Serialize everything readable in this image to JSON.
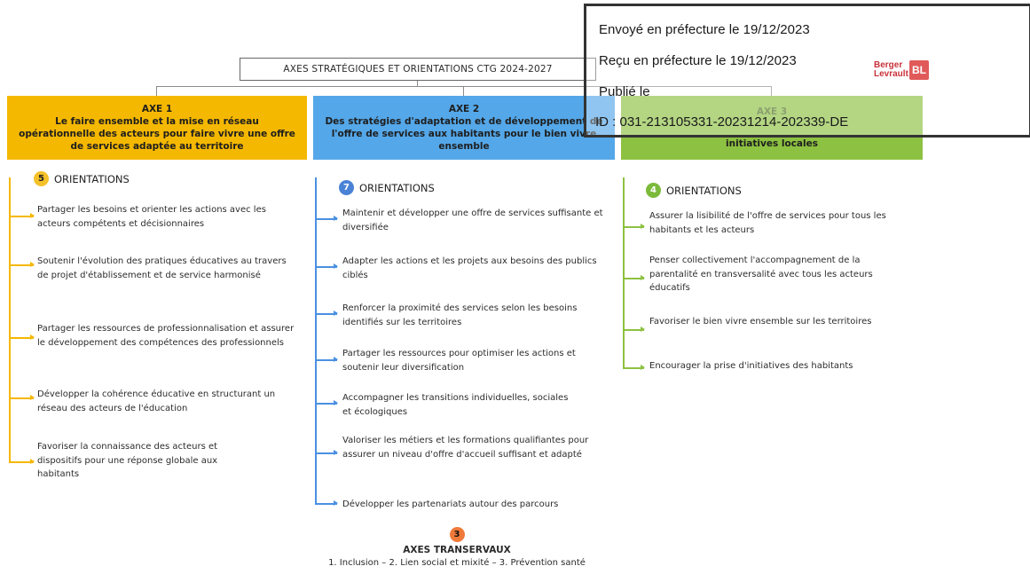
{
  "main_title": "AXES STRATÉGIQUES ET ORIENTATIONS CTG 2024-2027",
  "stamp": {
    "envoye": "Envoyé en préfecture le 19/12/2023",
    "recu": "Reçu en préfecture le 19/12/2023",
    "publie": "Publié le",
    "id": "ID : 031-213105331-20231214-202339-DE"
  },
  "logo": {
    "line1": "Berger",
    "line2": "Levrault",
    "mark": "BL"
  },
  "axes": [
    {
      "title": "AXE 1",
      "subtitle": "Le faire ensemble et la mise en réseau opérationnelle des acteurs pour faire vivre une offre de services adaptée au territoire",
      "count": "5",
      "orientations_label": "ORIENTATIONS",
      "color": "#f5b800",
      "items": [
        "Partager les besoins et orienter les actions avec les acteurs compétents et décisionnaires",
        "Soutenir l'évolution des pratiques éducatives au travers de projet d'établissement et de service harmonisé",
        "Partager les ressources de professionnalisation et assurer le développement des compétences des professionnels",
        "Développer la cohérence éducative en structurant un réseau des acteurs de l'éducation",
        "Favoriser la connaissance des acteurs et dispositifs pour une réponse globale aux habitants"
      ]
    },
    {
      "title": "AXE 2",
      "subtitle": "Des stratégies d'adaptation et de développement de l'offre de services aux habitants pour le bien vivre ensemble",
      "count": "7",
      "orientations_label": "ORIENTATIONS",
      "color": "#54a7e8",
      "items": [
        "Maintenir et développer une offre de services suffisante et diversifiée",
        "Adapter les actions et les projets aux besoins des publics ciblés",
        "Renforcer la proximité des services selon les besoins identifiés sur les territoires",
        "Partager les ressources pour optimiser les actions et soutenir leur diversification",
        "Accompagner les transitions individuelles, sociales et écologiques",
        "Valoriser les métiers et les formations qualifiantes pour assurer un niveau d'offre d'accueil suffisant et adapté",
        "Développer les partenariats autour des parcours"
      ]
    },
    {
      "title": "AXE 3",
      "subtitle": "initiatives locales",
      "count": "4",
      "orientations_label": "ORIENTATIONS",
      "color": "#8dc141",
      "items": [
        "Assurer la lisibilité de l'offre de services pour tous les habitants et les acteurs",
        "Penser collectivement l'accompagnement de la parentalité en transversalité avec tous les acteurs éducatifs",
        "Favoriser le bien vivre ensemble sur les territoires",
        "Encourager la prise d'initiatives des habitants"
      ]
    }
  ],
  "transversal": {
    "count": "3",
    "title": "AXES TRANSERVAUX",
    "list": "1. Inclusion – 2. Lien social et mixité – 3. Prévention santé"
  }
}
